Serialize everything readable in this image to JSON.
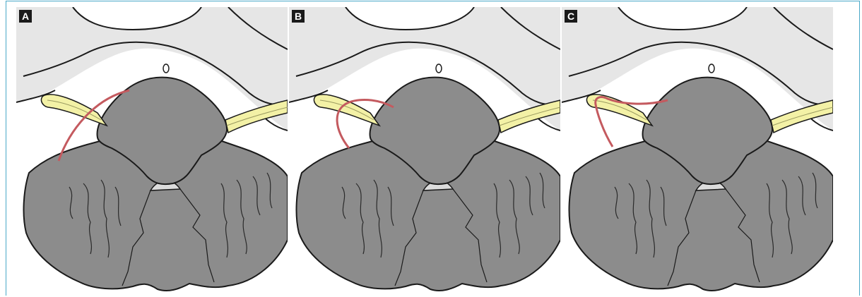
{
  "panels": [
    {
      "label": "A",
      "vessel": "loop-high"
    },
    {
      "label": "B",
      "vessel": "loop-mid"
    },
    {
      "label": "C",
      "vessel": "loop-low"
    }
  ],
  "colors": {
    "bone": "#e6e6e6",
    "cerebellum": "#8c8c8c",
    "nerve": "#f3f1a6",
    "vessel": "#c45a5f",
    "outline": "#1a1a1a",
    "frame": "#4aa8c8"
  }
}
